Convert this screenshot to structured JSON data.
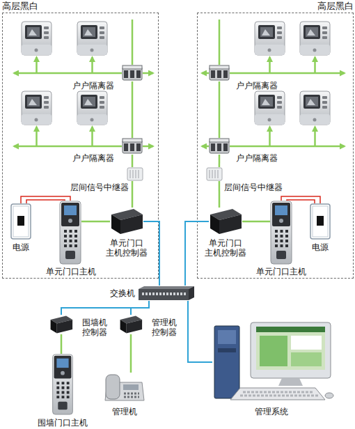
{
  "diagram": {
    "nodes": [
      {
        "text": [
          "高层黑白"
        ]
      },
      {
        "text": [
          "户户隔离器"
        ],
        "in": 0
      },
      {
        "text": [
          "户户隔离器"
        ],
        "in": 0
      },
      {
        "text": [
          "层间信号中继器"
        ],
        "in": 0
      },
      {
        "text": [
          "电源"
        ],
        "in": 0
      },
      {
        "text": [
          "单元门口主机"
        ],
        "in": 0
      },
      {
        "text": [
          "单元门口 主机控制器"
        ],
        "in": 0
      },
      {
        "text": [
          "高层黑白"
        ]
      },
      {
        "text": [
          "户户隔离器"
        ],
        "in": 7
      },
      {
        "text": [
          "户户隔离器"
        ],
        "in": 7
      },
      {
        "text": [
          "层间信号中继器"
        ],
        "in": 7
      },
      {
        "text": [
          "单元门口 主机控制器"
        ],
        "in": 7
      },
      {
        "text": [
          "单元门口主机"
        ],
        "in": 7
      },
      {
        "text": [
          "电源"
        ],
        "in": 7
      },
      {
        "text": [
          "交换机"
        ]
      },
      {
        "text": [
          "围墙机 控制器"
        ]
      },
      {
        "text": [
          "管理机 控制器"
        ]
      },
      {
        "text": [
          "围墙门口主机"
        ]
      },
      {
        "text": [
          "管理机"
        ]
      },
      {
        "text": [
          "管理系统"
        ]
      }
    ],
    "edges": [
      {
        "from": 6,
        "to": 3,
        "arrow": "none"
      },
      {
        "from": 3,
        "to": 2,
        "arrow": "none"
      },
      {
        "from": 2,
        "to": 1,
        "arrow": "none"
      },
      {
        "from": 4,
        "to": 5,
        "arrow": "none"
      },
      {
        "from": 5,
        "to": 6,
        "arrow": "none"
      },
      {
        "from": 6,
        "to": 14,
        "arrow": "none"
      },
      {
        "from": 11,
        "to": 10,
        "arrow": "none"
      },
      {
        "from": 10,
        "to": 9,
        "arrow": "none"
      },
      {
        "from": 9,
        "to": 8,
        "arrow": "none"
      },
      {
        "from": 13,
        "to": 12,
        "arrow": "none"
      },
      {
        "from": 12,
        "to": 11,
        "arrow": "none"
      },
      {
        "from": 11,
        "to": 14,
        "arrow": "none"
      },
      {
        "from": 14,
        "to": 15,
        "arrow": "none"
      },
      {
        "from": 14,
        "to": 16,
        "arrow": "none"
      },
      {
        "from": 14,
        "to": 19,
        "arrow": "none"
      },
      {
        "from": 15,
        "to": 17,
        "arrow": "none"
      },
      {
        "from": 16,
        "to": 18,
        "arrow": "none"
      }
    ]
  }
}
